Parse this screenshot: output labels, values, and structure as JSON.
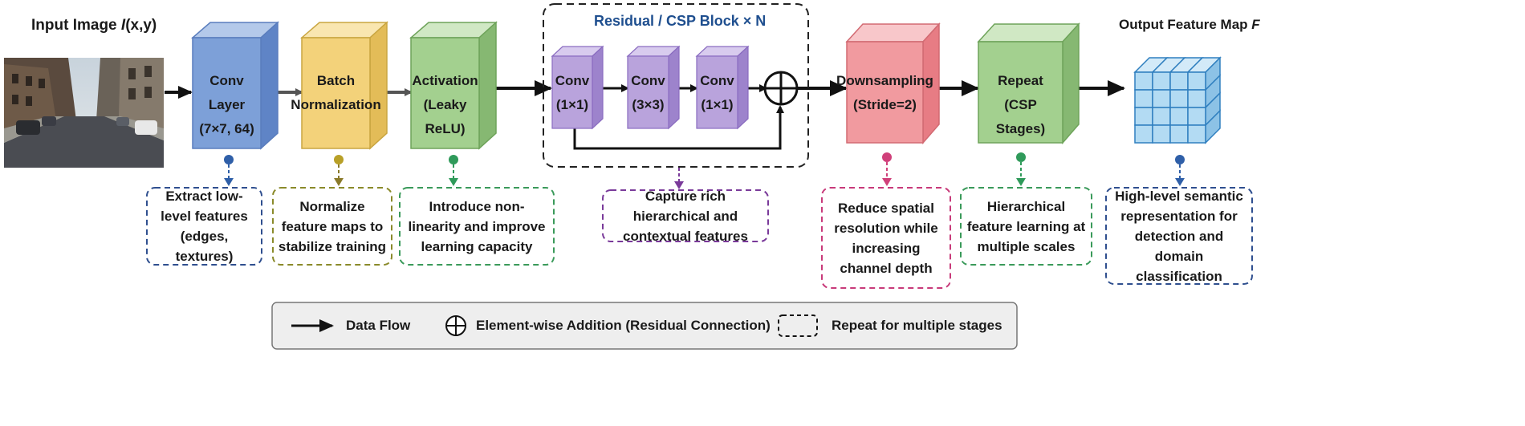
{
  "input": {
    "title_prefix": "Input Image ",
    "title_math": "I",
    "title_suffix": "(x,y)"
  },
  "output": {
    "title_prefix": "Output Feature Map ",
    "title_math": "F"
  },
  "blocks": {
    "conv": {
      "line1": "Conv Layer",
      "line2": "(7×7, 64)",
      "color": "#7da0d8"
    },
    "bn": {
      "line1": "Batch",
      "line2": "Normalization",
      "color": "#f3d27a"
    },
    "act": {
      "line1": "Activation",
      "line2": "(Leaky ReLU)",
      "color": "#a3d08f"
    },
    "down": {
      "line1": "Downsampling",
      "line2": "(Stride=2)",
      "color": "#f19a9f"
    },
    "repeat": {
      "line1": "Repeat",
      "line2": "(CSP Stages)",
      "color": "#a3d08f"
    }
  },
  "residual": {
    "title": "Residual / CSP Block × N",
    "title_color": "#1f4f8f",
    "conv1": {
      "line1": "Conv",
      "line2": "(1×1)"
    },
    "conv2": {
      "line1": "Conv",
      "line2": "(3×3)"
    },
    "conv3": {
      "line1": "Conv",
      "line2": "(1×1)"
    },
    "color": "#b9a3dc"
  },
  "descriptions": {
    "conv": {
      "text": "Extract low-level features (edges, textures)",
      "color": "#2f4f8f"
    },
    "bn": {
      "text": "Normalize feature maps to stabilize training",
      "color": "#8a8a2a"
    },
    "act": {
      "text": "Introduce non-linearity and improve learning capacity",
      "color": "#3a9a5a"
    },
    "residual": {
      "text": "Capture rich hierarchical and contextual features",
      "color": "#7a3a9a"
    },
    "down": {
      "text": "Reduce spatial resolution while increasing channel depth",
      "color": "#c83a7a"
    },
    "repeat": {
      "text": "Hierarchical feature learning at multiple scales",
      "color": "#3a9a5a"
    },
    "output": {
      "text": "High-level semantic representation for detection and domain classification",
      "color": "#2f4f8f"
    }
  },
  "legend": {
    "data_flow": "Data Flow",
    "addition": "Element-wise Addition (Residual Connection)",
    "repeat": "Repeat for multiple stages"
  }
}
